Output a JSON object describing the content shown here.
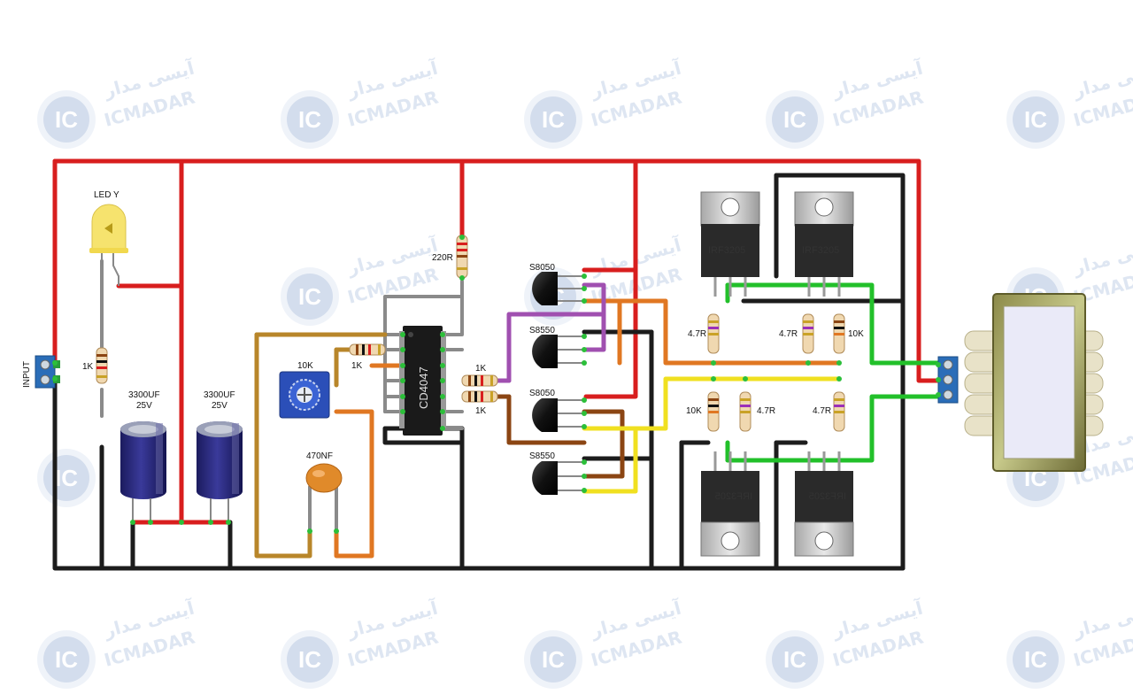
{
  "watermark": {
    "latin": "ICMADAR",
    "persian": "آیسی مدار",
    "logo": "IC"
  },
  "labels": {
    "input": "INPUT",
    "led": "LED Y",
    "r_led": "1K",
    "cap1": "3300UF",
    "cap1_v": "25V",
    "cap2": "3300UF",
    "cap2_v": "25V",
    "r_top": "220R",
    "pot": "10K",
    "r_pot": "1K",
    "c_timing": "470NF",
    "ic": "CD4047",
    "r_out1": "1K",
    "r_out2": "1K",
    "q1": "S8050",
    "q2": "S8550",
    "q3": "S8050",
    "q4": "S8550",
    "fet1": "IRF3205",
    "fet2": "IRF3205",
    "fet3": "IRF3205",
    "fet4": "IRF3205",
    "rg1": "4.7R",
    "rg2": "4.7R",
    "rk1": "10K",
    "rk2": "10K",
    "rg3": "4.7R",
    "rg4": "4.7R"
  },
  "colors": {
    "positive": "#d81e1e",
    "ground": "#1c1c1c",
    "signal_orange": "#e07722",
    "signal_purple": "#a050b0",
    "signal_brown": "#8b4513",
    "signal_yellow": "#f0e020",
    "gate_green": "#22c02a",
    "timing_gold": "#b8862a",
    "wire_gray": "#8a8a8a"
  }
}
